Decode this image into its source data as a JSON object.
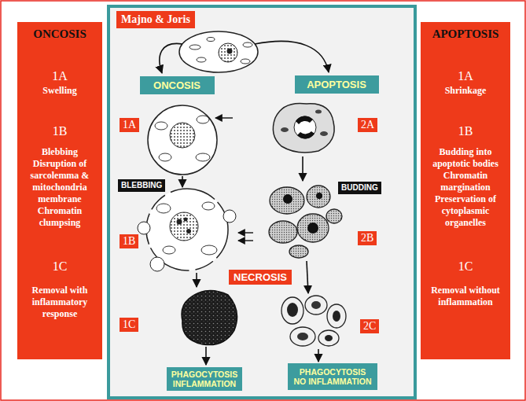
{
  "diagram": {
    "nodes": [
      {
        "text": [
          "ONCOSIS",
          "1A",
          "Swelling",
          "1B",
          "Blebbing",
          "Disruption of sarcolemma & mitochondria membrane",
          "Chromatin clumpsing",
          "1C",
          "Removal with inflammatory response"
        ]
      },
      {
        "text": [
          "Majno & Joris"
        ]
      },
      {
        "text": [
          "ONCOSIS"
        ]
      },
      {
        "text": [
          "APOPTOSIS"
        ]
      },
      {
        "text": [
          "1A"
        ]
      },
      {
        "text": [
          "2A"
        ]
      },
      {
        "text": [
          "BLEBBING"
        ]
      },
      {
        "text": [
          "BUDDING"
        ]
      },
      {
        "text": [
          "1B"
        ]
      },
      {
        "text": [
          "2B"
        ]
      },
      {
        "text": [
          "NECROSIS"
        ]
      },
      {
        "text": [
          "1C"
        ]
      },
      {
        "text": [
          "2C"
        ]
      },
      {
        "text": [
          "PHAGOCYTOSIS",
          "INFLAMMATION"
        ]
      },
      {
        "text": [
          "PHAGOCYTOSIS",
          "NO INFLAMMATION"
        ]
      },
      {
        "text": [
          "APOPTOSIS",
          "1A",
          "Shrinkage",
          "1B",
          "Budding into apoptotic bodies",
          "Chromatin margination",
          "Preservation of cytoplasmic organelles",
          "1C",
          "Removal without inflammation"
        ]
      }
    ]
  }
}
